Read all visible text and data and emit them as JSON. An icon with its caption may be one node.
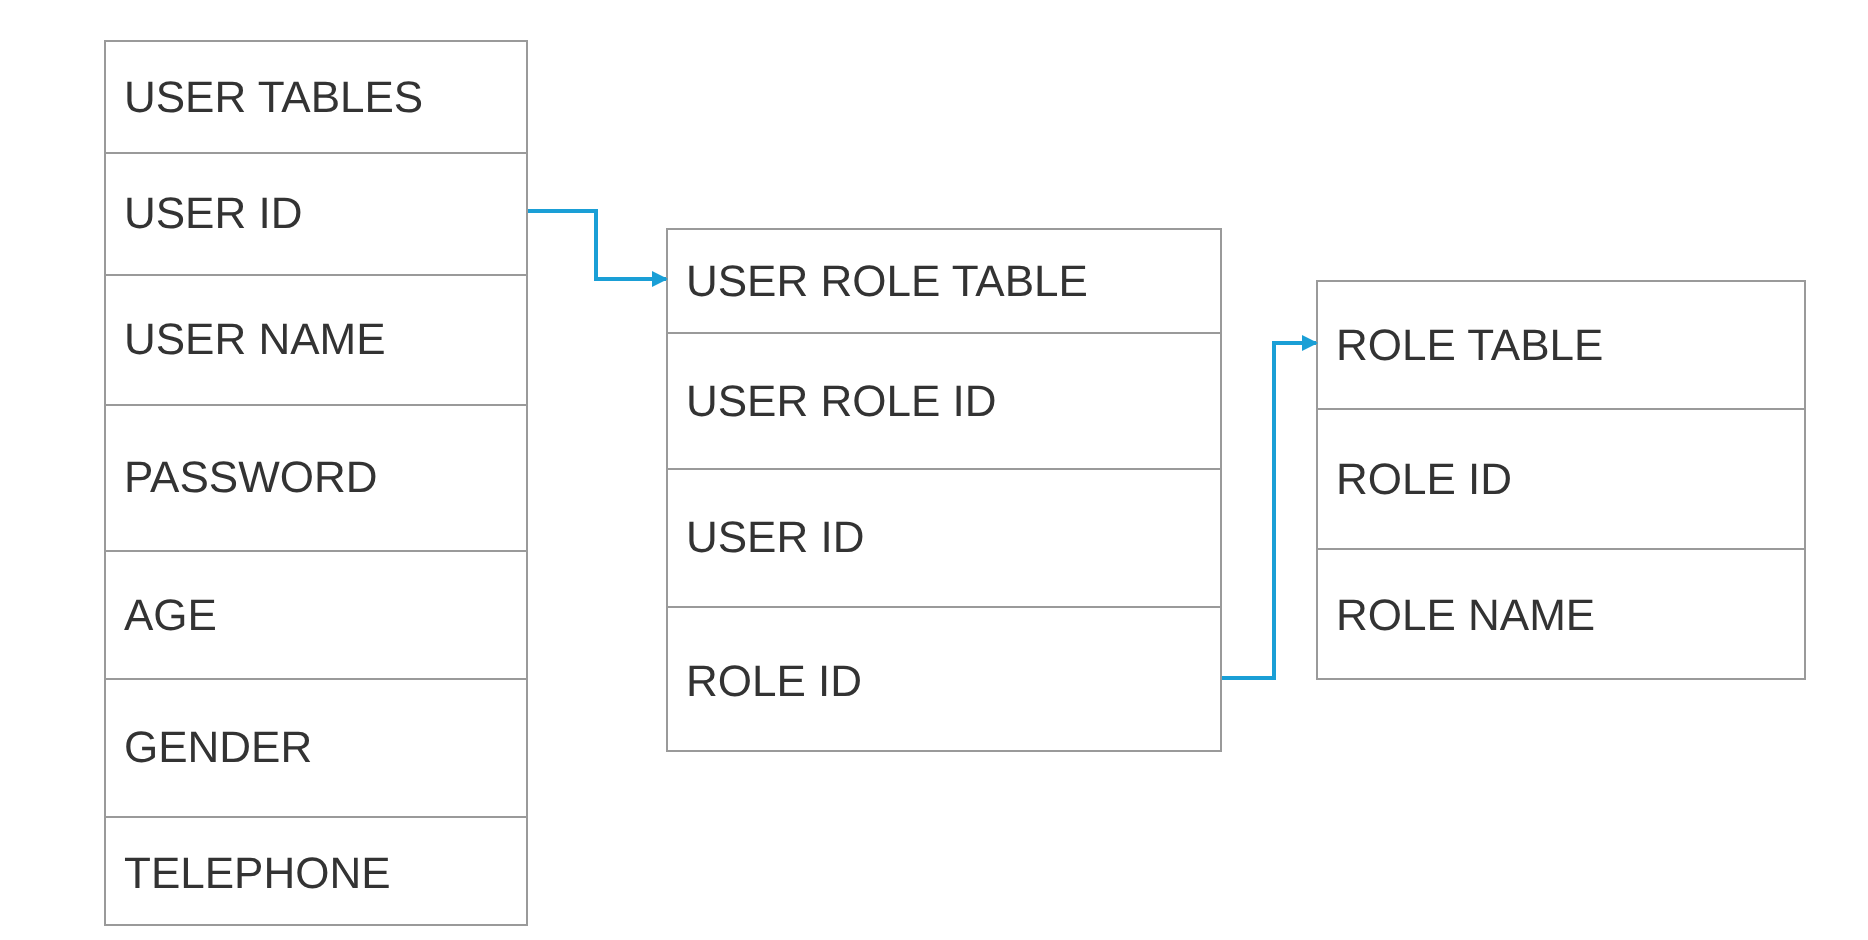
{
  "diagram": {
    "nodes": [
      {
        "text": [],
        "shape": "box"
      },
      {
        "text": [
          "USER TABLES"
        ],
        "in": 0
      },
      {
        "text": [
          "USER ID"
        ],
        "in": 0
      },
      {
        "text": [
          "USER NAME"
        ],
        "in": 0
      },
      {
        "text": [
          "PASSWORD"
        ],
        "in": 0
      },
      {
        "text": [
          "AGE"
        ],
        "in": 0
      },
      {
        "text": [
          "GENDER"
        ],
        "in": 0
      },
      {
        "text": [
          "TELEPHONE"
        ],
        "in": 0
      },
      {
        "text": [],
        "shape": "box"
      },
      {
        "text": [
          "USER ROLE TABLE"
        ],
        "in": 8
      },
      {
        "text": [
          "USER ROLE ID"
        ],
        "in": 8
      },
      {
        "text": [
          "USER ID"
        ],
        "in": 8
      },
      {
        "text": [
          "ROLE ID"
        ],
        "in": 8
      },
      {
        "text": [],
        "shape": "box"
      },
      {
        "text": [
          "ROLE TABLE"
        ],
        "in": 13
      },
      {
        "text": [
          "ROLE ID"
        ],
        "in": 13
      },
      {
        "text": [
          "ROLE NAME"
        ],
        "in": 13
      }
    ],
    "edges": [
      {
        "from": 2,
        "to": 9,
        "arrow": "to"
      },
      {
        "from": 12,
        "to": 14,
        "arrow": "to"
      }
    ]
  }
}
